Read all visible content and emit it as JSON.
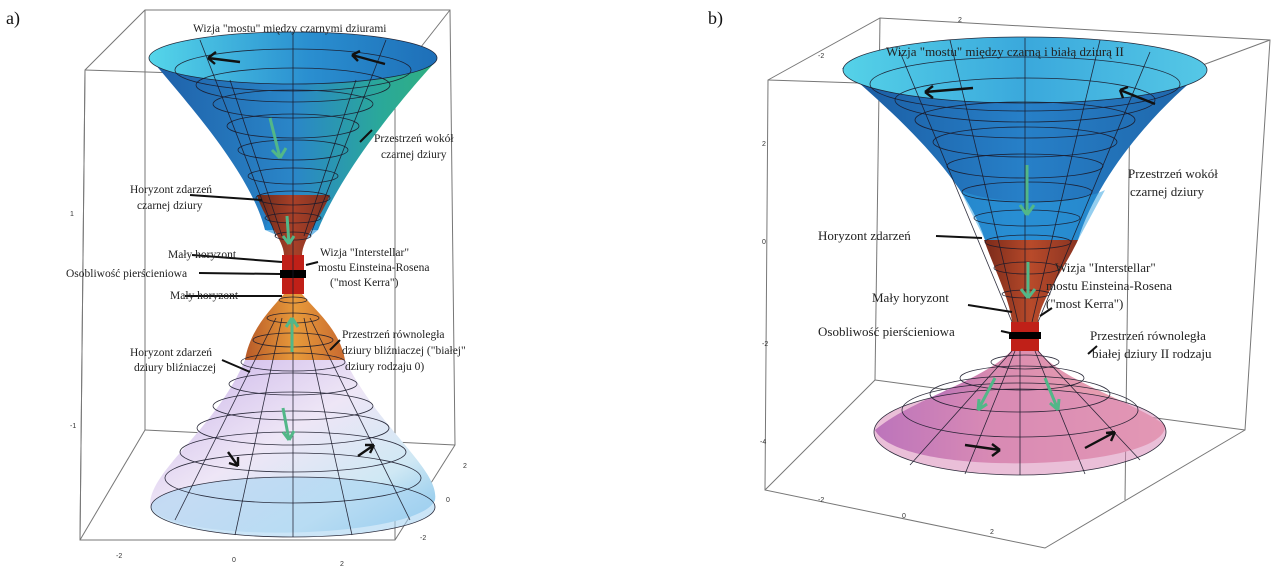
{
  "panels": {
    "a": {
      "label": "a)",
      "labels": {
        "title": "Wizja \"mostu\" między czarnymi dziurami",
        "space_line1": "Przestrzeń wokół",
        "space_line2": "czarnej dziury",
        "horizon_line1": "Horyzont zdarzeń",
        "horizon_line2": "czarnej dziury",
        "small_horizon_top": "Mały horyzont",
        "ring": "Osobliwość pierścieniowa",
        "small_horizon_bottom": "Mały horyzont",
        "kerr_line1": "Wizja \"Interstellar\"",
        "kerr_line2": "mostu Einsteina-Rosena",
        "kerr_line3": "(\"most Kerra\")",
        "twin_horizon_line1": "Horyzont zdarzeń",
        "twin_horizon_line2": "dziury bliźniaczej",
        "parallel_line1": "Przestrzeń równoległa",
        "parallel_line2": "dziury bliźniaczej (\"białej\"",
        "parallel_line3": "dziury rodzaju 0)"
      },
      "ticks": {
        "z_top": "1",
        "z_bottom": "-1",
        "x_m2": "-2",
        "x_0": "0",
        "x_2": "2",
        "y_m2": "-2",
        "y_0": "0",
        "y_2": "2"
      }
    },
    "b": {
      "label": "b)",
      "labels": {
        "title": "Wizja \"mostu\" między czarną i białą dziurą II",
        "space_line1": "Przestrzeń wokół",
        "space_line2": "czarnej dziury",
        "horizon": "Horyzont zdarzeń",
        "kerr_line1": "Wizja \"Interstellar\"",
        "kerr_line2": "mostu Einsteina-Rosena",
        "kerr_line3": "(\"most Kerra\")",
        "small_horizon": "Mały horyzont",
        "ring": "Osobliwość pierścieniowa",
        "parallel_line1": "Przestrzeń równoległa",
        "parallel_line2": "białej dziury II rodzaju"
      },
      "ticks": {
        "z_2": "2",
        "z_0": "0",
        "z_m2": "-2",
        "z_m4": "-4",
        "top_2": "2",
        "top_m2": "-2",
        "x_m2": "-2",
        "x_0": "0",
        "x_2": "2"
      }
    }
  },
  "colors": {
    "cyan": "#4fd0e6",
    "blue": "#1e6fb8",
    "teal": "#2aa89a",
    "brown": "#8a3a22",
    "red": "#d02018",
    "orange": "#e08a30",
    "lavender": "#d8c8ea",
    "light_blue": "#a8d8f0",
    "pink": "#e89aa8",
    "purple": "#b070c8",
    "green_arrow": "#52b788"
  }
}
